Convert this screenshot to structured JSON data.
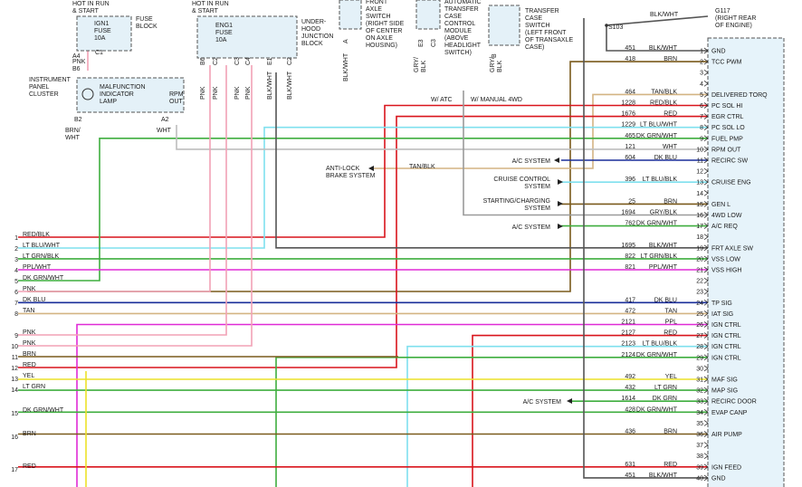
{
  "wire_colors": {
    "red": "#d9141c",
    "pink": "#f2a2b6",
    "cyan": "#7fe0ee",
    "green": "#3fae3f",
    "magenta": "#e02bd6",
    "blue": "#1a2f9a",
    "brown": "#7a5a1c",
    "tan": "#d4b483",
    "yellow": "#ece22a",
    "gray": "#9a9a9a",
    "black": "#555555",
    "white": "#bdbdbd"
  },
  "top": {
    "hot1": "HOT IN RUN\n& START",
    "ign1_fuse": "IGN1\nFUSE\n10A",
    "fuse_block": "FUSE\nBLOCK",
    "c1": "C1",
    "a4": "A4",
    "pnk": "PNK",
    "b6_left": "B6",
    "hot2": "HOT IN RUN\n& START",
    "eng1_fuse": "ENG1\nFUSE\n10A",
    "junction": "UNDER-\nHOOD\nJUNCTION\nBLOCK",
    "front_axle": "FRONT\nAXLE\nSWITCH\n(RIGHT SIDE\nOF CENTER\nON AXLE\nHOUSING)",
    "front_axle_pin": "A",
    "front_axle_wire": "BLK/WHT",
    "transfer_module": "AUTOMATIC\nTRANSFER\nCASE\nCONTROL\nMODULE\n(ABOVE\nHEADLIGHT\nSWITCH)",
    "tm_pins": [
      "E3",
      "C3"
    ],
    "tm_wire": "GRY/\nBLK",
    "tcs": "TRANSFER\nCASE\nSWITCH\n(LEFT FRONT\nOF TRANSAXLE\nCASE)",
    "tcs_pin": "B",
    "tcs_wire": "GRY/\nBLK",
    "w_atc": "W/ ATC",
    "w_manual": "W/ MANUAL 4WD",
    "g117": "G117\n(RIGHT REAR\nOF ENGINE)",
    "g117_wire": "BLK/WHT",
    "s103": "S103",
    "jb_pins": [
      "B6",
      "C2",
      "C3",
      "C4",
      "E1",
      "C2"
    ],
    "jb_wires": [
      "PNK",
      "PNK",
      "PNK",
      "PNK",
      "BLK/WHT",
      "BLK/WHT"
    ]
  },
  "ipc": {
    "label": "INSTRUMENT\nPANEL\nCLUSTER",
    "mil": "MALFUNCTION\nINDICATOR\nLAMP",
    "rpm": "RPM\nOUT",
    "b2": "B2",
    "a2": "A2",
    "b2_wire": "BRN/\nWHT",
    "a2_wire": "WHT"
  },
  "middle_labels": {
    "antilock": "ANTI-LOCK\nBRAKE SYSTEM",
    "antilock_wire": "TAN/BLK",
    "ac1": "A/C SYSTEM",
    "cruise": "CRUISE CONTROL\nSYSTEM",
    "starting": "STARTING/CHARGING\nSYSTEM",
    "ac2": "A/C SYSTEM",
    "ac3": "A/C SYSTEM"
  },
  "pcm_rows": [
    {
      "n": "1",
      "circ": "451",
      "color": "BLK/WHT",
      "func": "GND"
    },
    {
      "n": "2",
      "circ": "418",
      "color": "BRN",
      "func": "TCC PWM"
    },
    {
      "n": "3",
      "circ": "",
      "color": "",
      "func": ""
    },
    {
      "n": "4",
      "circ": "",
      "color": "",
      "func": ""
    },
    {
      "n": "5",
      "circ": "464",
      "color": "TAN/BLK",
      "func": "DELIVERED TORQ"
    },
    {
      "n": "6",
      "circ": "1228",
      "color": "RED/BLK",
      "func": "PC SOL HI"
    },
    {
      "n": "7",
      "circ": "1676",
      "color": "RED",
      "func": "EGR CTRL"
    },
    {
      "n": "8",
      "circ": "1229",
      "color": "LT BLU/WHT",
      "func": "PC SOL LO"
    },
    {
      "n": "9",
      "circ": "465",
      "color": "DK GRN/WHT",
      "func": "FUEL PMP"
    },
    {
      "n": "10",
      "circ": "121",
      "color": "WHT",
      "func": "RPM OUT"
    },
    {
      "n": "11",
      "circ": "604",
      "color": "DK BLU",
      "func": "RECIRC SW"
    },
    {
      "n": "12",
      "circ": "",
      "color": "",
      "func": ""
    },
    {
      "n": "13",
      "circ": "396",
      "color": "LT BLU/BLK",
      "func": "CRUISE ENG"
    },
    {
      "n": "14",
      "circ": "",
      "color": "",
      "func": ""
    },
    {
      "n": "15",
      "circ": "25",
      "color": "BRN",
      "func": "GEN L"
    },
    {
      "n": "16",
      "circ": "1694",
      "color": "GRY/BLK",
      "func": "4WD LOW"
    },
    {
      "n": "17",
      "circ": "762",
      "color": "DK GRN/WHT",
      "func": "A/C REQ"
    },
    {
      "n": "18",
      "circ": "",
      "color": "",
      "func": ""
    },
    {
      "n": "19",
      "circ": "1695",
      "color": "BLK/WHT",
      "func": "FRT AXLE SW"
    },
    {
      "n": "20",
      "circ": "822",
      "color": "LT GRN/BLK",
      "func": "VSS LOW"
    },
    {
      "n": "21",
      "circ": "821",
      "color": "PPL/WHT",
      "func": "VSS HIGH"
    },
    {
      "n": "22",
      "circ": "",
      "color": "",
      "func": ""
    },
    {
      "n": "23",
      "circ": "",
      "color": "",
      "func": ""
    },
    {
      "n": "24",
      "circ": "417",
      "color": "DK BLU",
      "func": "TP SIG"
    },
    {
      "n": "25",
      "circ": "472",
      "color": "TAN",
      "func": "IAT SIG"
    },
    {
      "n": "26",
      "circ": "2121",
      "color": "PPL",
      "func": "IGN CTRL"
    },
    {
      "n": "27",
      "circ": "2127",
      "color": "RED",
      "func": "IGN CTRL"
    },
    {
      "n": "28",
      "circ": "2123",
      "color": "LT BLU/BLK",
      "func": "IGN CTRL"
    },
    {
      "n": "29",
      "circ": "2124",
      "color": "DK GRN/WHT",
      "func": "IGN CTRL"
    },
    {
      "n": "30",
      "circ": "",
      "color": "",
      "func": ""
    },
    {
      "n": "31",
      "circ": "492",
      "color": "YEL",
      "func": "MAF SIG"
    },
    {
      "n": "32",
      "circ": "432",
      "color": "LT GRN",
      "func": "MAP SIG"
    },
    {
      "n": "33",
      "circ": "1614",
      "color": "DK GRN",
      "func": "RECIRC DOOR"
    },
    {
      "n": "34",
      "circ": "428",
      "color": "DK GRN/WHT",
      "func": "EVAP CANP"
    },
    {
      "n": "35",
      "circ": "",
      "color": "",
      "func": ""
    },
    {
      "n": "36",
      "circ": "436",
      "color": "BRN",
      "func": "AIR PUMP"
    },
    {
      "n": "37",
      "circ": "",
      "color": "",
      "func": ""
    },
    {
      "n": "38",
      "circ": "",
      "color": "",
      "func": ""
    },
    {
      "n": "39",
      "circ": "631",
      "color": "RED",
      "func": "IGN FEED"
    },
    {
      "n": "40",
      "circ": "451",
      "color": "BLK/WHT",
      "func": "GND"
    }
  ],
  "left_rows": [
    {
      "n": "1",
      "color": "RED/BLK"
    },
    {
      "n": "2",
      "color": "LT BLU/WHT"
    },
    {
      "n": "3",
      "color": "LT GRN/BLK"
    },
    {
      "n": "4",
      "color": "PPL/WHT"
    },
    {
      "n": "5",
      "color": "DK GRN/WHT"
    },
    {
      "n": "6",
      "color": "PNK"
    },
    {
      "n": "7",
      "color": "DK BLU"
    },
    {
      "n": "8",
      "color": "TAN"
    },
    {
      "n": "9",
      "color": "PNK"
    },
    {
      "n": "10",
      "color": "PNK"
    },
    {
      "n": "11",
      "color": "BRN"
    },
    {
      "n": "12",
      "color": "RED"
    },
    {
      "n": "13",
      "color": "YEL"
    },
    {
      "n": "14",
      "color": "LT GRN"
    },
    {
      "n": "15",
      "color": "DK GRN/WHT"
    },
    {
      "n": "16",
      "color": "BRN"
    },
    {
      "n": "17",
      "color": "RED"
    }
  ]
}
